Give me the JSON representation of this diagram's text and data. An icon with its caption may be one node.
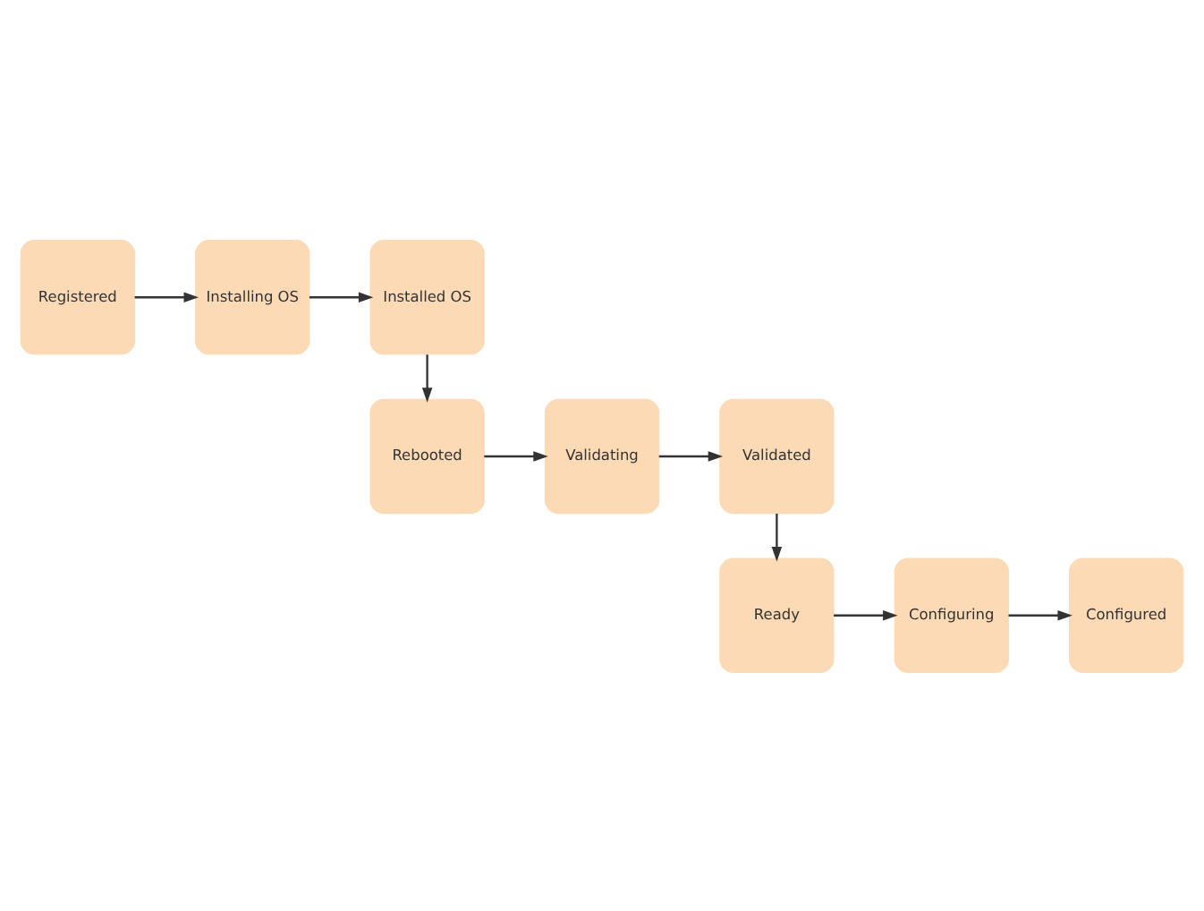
{
  "diagram": {
    "nodes": [
      {
        "text": [
          "Registered"
        ]
      },
      {
        "text": [
          "Installing OS"
        ]
      },
      {
        "text": [
          "Installed OS"
        ]
      },
      {
        "text": [
          "Rebooted"
        ]
      },
      {
        "text": [
          "Validating"
        ]
      },
      {
        "text": [
          "Validated"
        ]
      },
      {
        "text": [
          "Ready"
        ]
      },
      {
        "text": [
          "Configuring"
        ]
      },
      {
        "text": [
          "Configured"
        ]
      }
    ],
    "edges": [
      {
        "from": 0,
        "to": 1,
        "arrow": "to"
      },
      {
        "from": 1,
        "to": 2,
        "arrow": "to"
      },
      {
        "from": 2,
        "to": 3,
        "arrow": "to"
      },
      {
        "from": 3,
        "to": 4,
        "arrow": "to"
      },
      {
        "from": 4,
        "to": 5,
        "arrow": "to"
      },
      {
        "from": 5,
        "to": 6,
        "arrow": "to"
      },
      {
        "from": 6,
        "to": 7,
        "arrow": "to"
      },
      {
        "from": 7,
        "to": 8,
        "arrow": "to"
      }
    ]
  }
}
